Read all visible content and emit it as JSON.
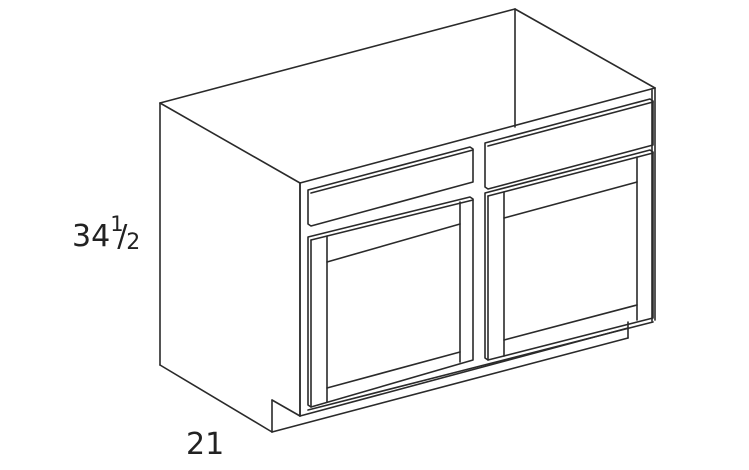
{
  "diagram": {
    "subject": "Sink base cabinet with two false drawer fronts and two doors",
    "line_color": "#2a2a2a",
    "background": "#ffffff"
  },
  "dimensions": {
    "height": {
      "whole": "34",
      "numerator": "1",
      "slash": "/",
      "denominator": "2"
    },
    "depth": "21"
  }
}
